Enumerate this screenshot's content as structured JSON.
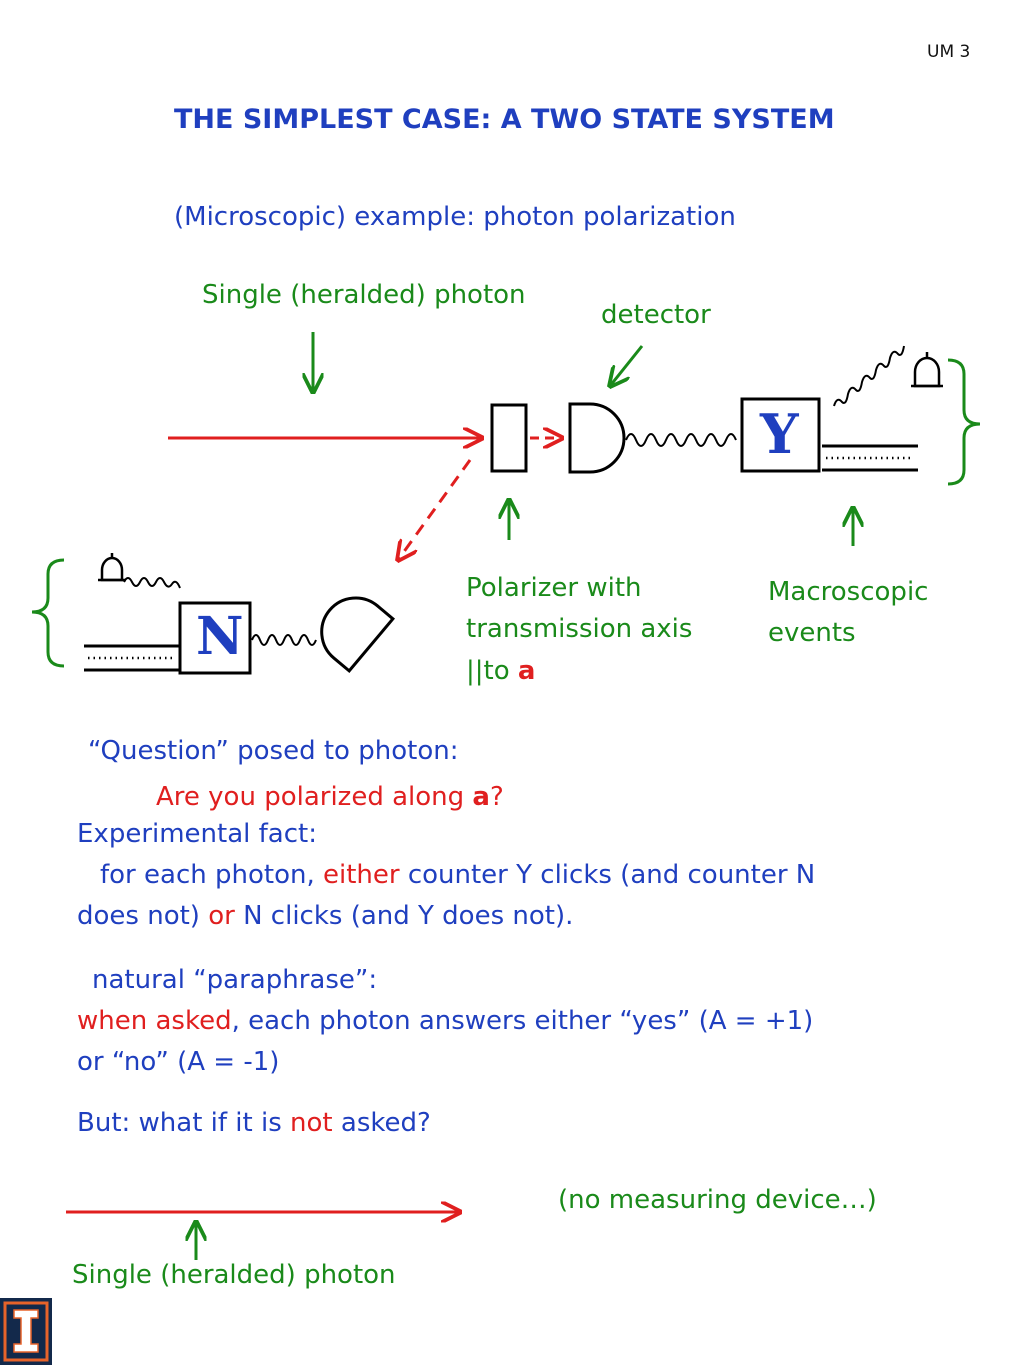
{
  "header": {
    "page_number": "UM 3",
    "title": "THE SIMPLEST CASE: A TWO STATE SYSTEM",
    "subtitle": "(Microscopic) example: photon polarization"
  },
  "diagram": {
    "photon_label": "Single (heralded) photon",
    "detector_label": "detector",
    "counter_y": "Y",
    "counter_n": "N",
    "polarizer_label_line1": "Polarizer with",
    "polarizer_label_line2": "transmission axis",
    "polarizer_label_line3_prefix": "||to ",
    "polarizer_label_line3_axis": "a",
    "macroscopic_line1": "Macroscopic",
    "macroscopic_line2": "events"
  },
  "question": {
    "intro": "“Question” posed to photon:",
    "text_prefix": "Are you polarized along ",
    "text_axis": "a",
    "text_suffix": "?"
  },
  "fact": {
    "heading": "Experimental fact:",
    "line1_a": "for each photon, ",
    "line1_either": "either",
    "line1_b": " counter Y clicks (and counter N",
    "line2_a": "does not) ",
    "line2_or": "or",
    "line2_b": " N clicks (and Y does not)."
  },
  "paraphrase": {
    "heading": "natural “paraphrase”:",
    "line1_red": "when asked",
    "line1_rest": ", each photon answers either “yes” (A = +1)",
    "line2": "or “no” (A = -1)"
  },
  "but": {
    "prefix": "But: what if it is ",
    "not": "not",
    "suffix": " asked?"
  },
  "bottom": {
    "no_device": "(no measuring device…)",
    "photon_label": "Single (heralded) photon"
  },
  "colors": {
    "blue": "#1f3fbf",
    "green": "#1a8a1a",
    "red": "#e01f1f",
    "logo_orange": "#e8632a",
    "logo_navy": "#13294b"
  }
}
